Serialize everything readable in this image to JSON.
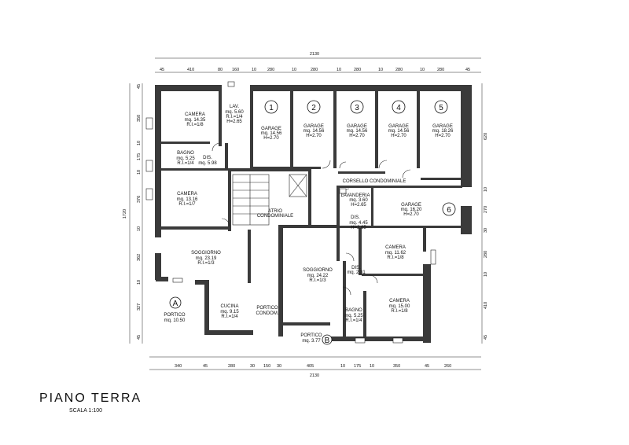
{
  "title": "PIANO  TERRA",
  "scale": "SCALA  1:100",
  "dims": {
    "total_top": "2130",
    "total_bottom": "2130",
    "left_total": "1720",
    "top_row": [
      "45",
      "410",
      "80",
      "160",
      "10",
      "280",
      "10",
      "280",
      "10",
      "280",
      "10",
      "280",
      "10",
      "280",
      "45"
    ],
    "bottom_row": [
      "340",
      "45",
      "280",
      "30",
      "150",
      "30",
      "405",
      "10",
      "175",
      "10",
      "350",
      "45",
      "260"
    ],
    "left_col": [
      "45",
      "350",
      "10",
      "175",
      "10",
      "376",
      "10",
      "362",
      "10",
      "327",
      "45"
    ],
    "right_col": [
      "620",
      "10",
      "270",
      "30",
      "280",
      "10",
      "410",
      "45"
    ]
  },
  "rooms": [
    {
      "name": "CAMERA",
      "area": "mq. 14.35",
      "ri": "R.I.=1/8"
    },
    {
      "name": "LAV.",
      "area": "mq. 5.60",
      "ri": "R.I.=1/4",
      "h": "H=2.65"
    },
    {
      "name": "GARAGE",
      "area": "mq. 14.56",
      "h": "H=2.70",
      "num": "1"
    },
    {
      "name": "GARAGE",
      "area": "mq. 14.56",
      "h": "H=2.70",
      "num": "2"
    },
    {
      "name": "GARAGE",
      "area": "mq. 14.56",
      "h": "H=2.70",
      "num": "3"
    },
    {
      "name": "GARAGE",
      "area": "mq. 14.56",
      "h": "H=2.70",
      "num": "4"
    },
    {
      "name": "GARAGE",
      "area": "mq. 18.26",
      "h": "H=2.70",
      "num": "5"
    },
    {
      "name": "BAGNO",
      "area": "mq. 5.25",
      "ri": "R.I.=1/4"
    },
    {
      "name": "DIS.",
      "area": "mq. 5.98"
    },
    {
      "name": "CAMERA",
      "area": "mq. 13.16",
      "ri": "R.I.=1/7"
    },
    {
      "name": "CORSELLO CONDOMINIALE"
    },
    {
      "name": "LAVANDERIA",
      "area": "mq. 3.60",
      "h": "H=2.65"
    },
    {
      "name": "GARAGE",
      "area": "mq. 16.20",
      "h": "H=2.70",
      "num": "6"
    },
    {
      "name": "DIS.",
      "area": "mq. 4.45",
      "h": "H=2.65"
    },
    {
      "name": "ATRIO",
      "area": "CONDOMINIALE"
    },
    {
      "name": "SOGGIORNO",
      "area": "mq. 23.19",
      "ri": "R.I.=1/3"
    },
    {
      "name": "CAMERA",
      "area": "mq. 11.62",
      "ri": "R.I.=1/8"
    },
    {
      "name": "SOGGIORNO",
      "area": "mq. 24.22",
      "ri": "R.I.=1/3"
    },
    {
      "name": "DIS.",
      "area": "mq. 2.31"
    },
    {
      "name": "CAMERA",
      "area": "mq. 15.00",
      "ri": "R.I.=1/8"
    },
    {
      "name": "CUCINA",
      "area": "mq. 9.15",
      "ri": "R.I.=1/4"
    },
    {
      "name": "PORTICO",
      "area": "CONDOM."
    },
    {
      "name": "BAGNO",
      "area": "mq. 5.25",
      "ri": "R.I.=1/4"
    },
    {
      "name": "PORTICO",
      "area": "mq. 10.50",
      "tag": "A"
    },
    {
      "name": "PORTICO",
      "area": "mq. 3.77",
      "tag": "B"
    }
  ]
}
